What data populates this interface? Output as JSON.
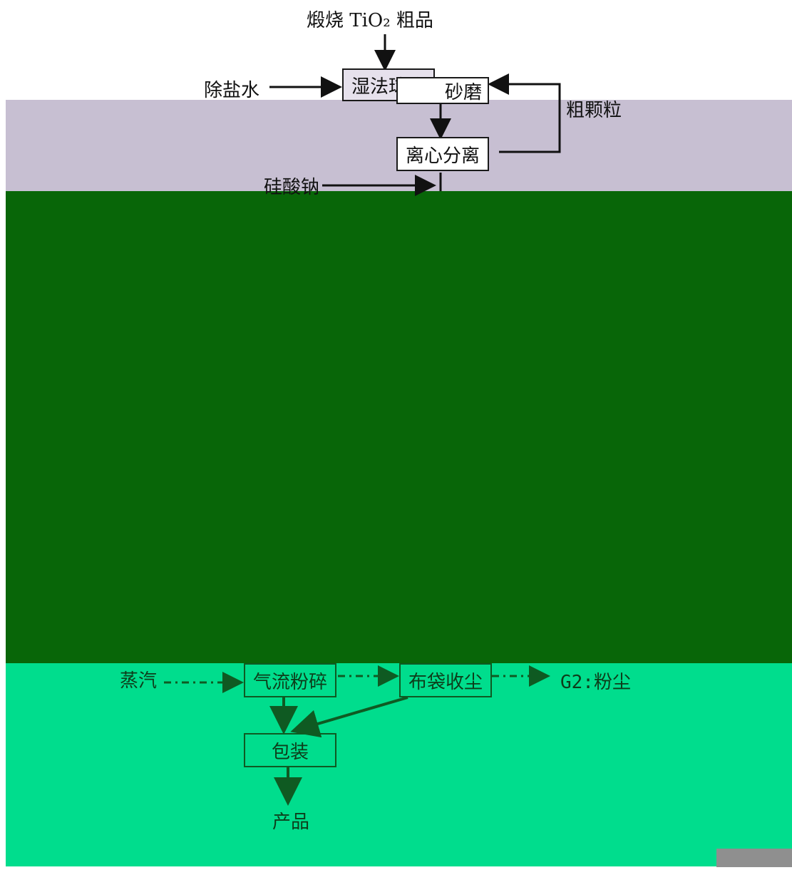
{
  "colors": {
    "lavender_band": "#c7bfd2",
    "green_band": "#086608",
    "teal_band": "#00dd8d",
    "footer_gray": "#8f8f8f",
    "line": "#111111",
    "dark_line": "#0f5a22"
  },
  "top": {
    "input_label": "煅烧 TiO₂ 粗品",
    "water_label": "除盐水",
    "wet_mill": "湿法球磨",
    "sand_mill": "砂磨",
    "coarse_label": "粗颗粒",
    "centrifuge": "离心分离",
    "silicate_label": "硅酸钠"
  },
  "bottom": {
    "steam_label": "蒸汽",
    "jet_mill": "气流粉碎",
    "bag_filter": "布袋收尘",
    "dust_label": "G2:粉尘",
    "packing": "包装",
    "product_label": "产品"
  }
}
